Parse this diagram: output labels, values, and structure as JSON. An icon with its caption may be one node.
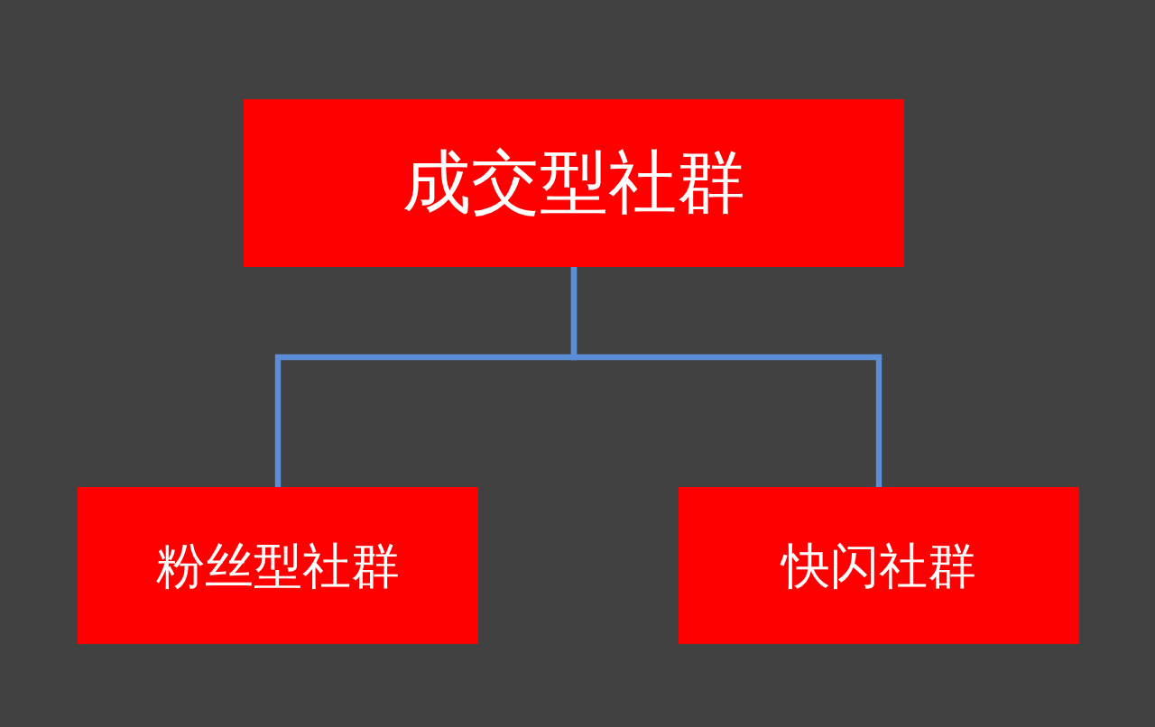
{
  "diagram": {
    "nodes": [
      {
        "text": [
          "成交型社群"
        ]
      },
      {
        "text": [
          "粉丝型社群"
        ]
      },
      {
        "text": [
          "快闪社群"
        ]
      }
    ],
    "edges": [
      {
        "from": 0,
        "to": 1,
        "arrow": "none"
      },
      {
        "from": 0,
        "to": 2,
        "arrow": "none"
      }
    ]
  }
}
